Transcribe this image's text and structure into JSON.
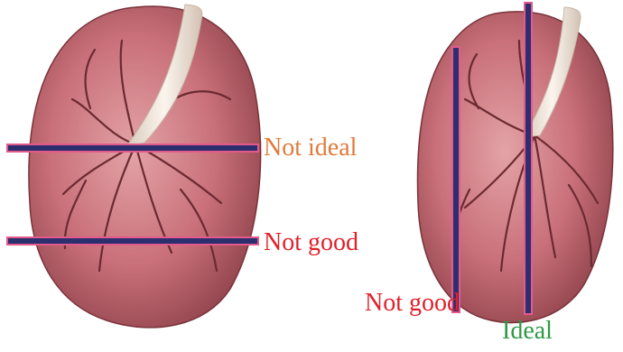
{
  "labels": {
    "left_upper": "Not ideal",
    "left_lower": "Not good",
    "right_left": "Not good",
    "right_center": "Ideal"
  },
  "colors": {
    "not_ideal": "#e07a3a",
    "not_good": "#e0202a",
    "ideal": "#2f9a45",
    "cut_line_fill": "#2b2f6e",
    "cut_line_edge": "#e45a8c",
    "tissue_base": "#c9707a",
    "tissue_dark": "#8a3e46",
    "vessel": "#6b2a32",
    "umbilical_cord": "#f1e7dc"
  }
}
